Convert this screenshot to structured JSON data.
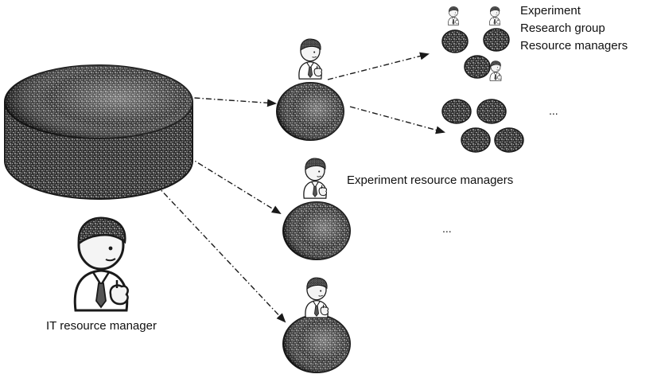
{
  "labels": {
    "it_manager": "IT resource manager",
    "experiment_managers": "Experiment resource managers",
    "legend_experiment": "Experiment",
    "legend_research_group": "Research group",
    "legend_resource_managers": "Resource managers"
  },
  "ellipses": {
    "top_group": "...",
    "middle": "..."
  },
  "colors": {
    "disk_dark": "#2a2a2a",
    "disk_mid": "#6a6a6a",
    "person_outline": "#1a1a1a",
    "hair": "#5a5a5a",
    "text": "#111111"
  }
}
